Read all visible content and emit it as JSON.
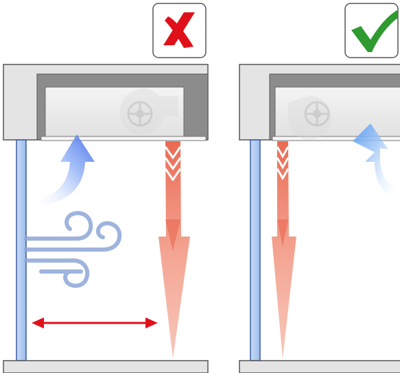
{
  "panels": [
    {
      "verdict": "incorrect",
      "verdict_icon": "cross-mark-icon",
      "verdict_color": "#e0101a",
      "airflow": [
        "return-air-arrow",
        "wind-draft-icon",
        "gap-double-arrow",
        "warm-air-curtain-arrow"
      ]
    },
    {
      "verdict": "correct",
      "verdict_icon": "check-mark-icon",
      "verdict_color": "#2f9a2f",
      "airflow": [
        "warm-air-curtain-arrow",
        "return-air-arrow"
      ]
    }
  ],
  "colors": {
    "warm_air": "#e8624a",
    "cool_air": "#4a7ee8",
    "return_air_light": "#5b9cf0",
    "wind": "#6b8fd0",
    "gap_arrow": "#e0101a",
    "door_glass": "#a9c8f0",
    "housing": "#e6e6e6",
    "housing_dark": "#8c8c8c"
  }
}
